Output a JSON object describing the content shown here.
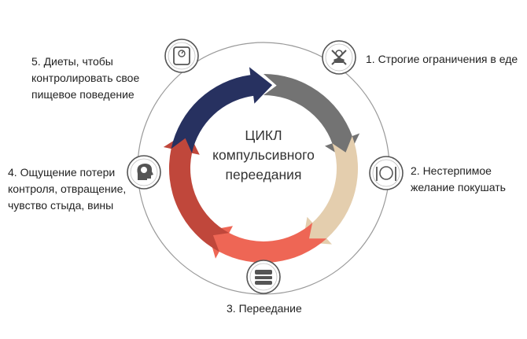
{
  "center_title": "ЦИКЛ\nкомпульсивного\nпереедания",
  "stages": [
    {
      "label": "1. Строгие ограничения в еде",
      "icon": "fork-knife-crossed-icon",
      "color": "#737373"
    },
    {
      "label": "2. Нестерпимое\nжелание покушать",
      "icon": "plate-cutlery-icon",
      "color": "#e4ceae"
    },
    {
      "label": "3. Переедание",
      "icon": "food-tray-icon",
      "color": "#ee6655"
    },
    {
      "label": "4. Ощущение потери\nконтроля, отвращение,\nчувство стыда, вины",
      "icon": "head-brain-icon",
      "color": "#c0473b"
    },
    {
      "label": "5. Диеты, чтобы\nконтролировать свое\nпищевое поведение",
      "icon": "scale-icon",
      "color": "#273160"
    }
  ],
  "colors": {
    "outer_ring": "#9a9a9a",
    "icon_border": "#555555",
    "icon_fill": "#ffffff",
    "icon_glyph": "#555555"
  }
}
